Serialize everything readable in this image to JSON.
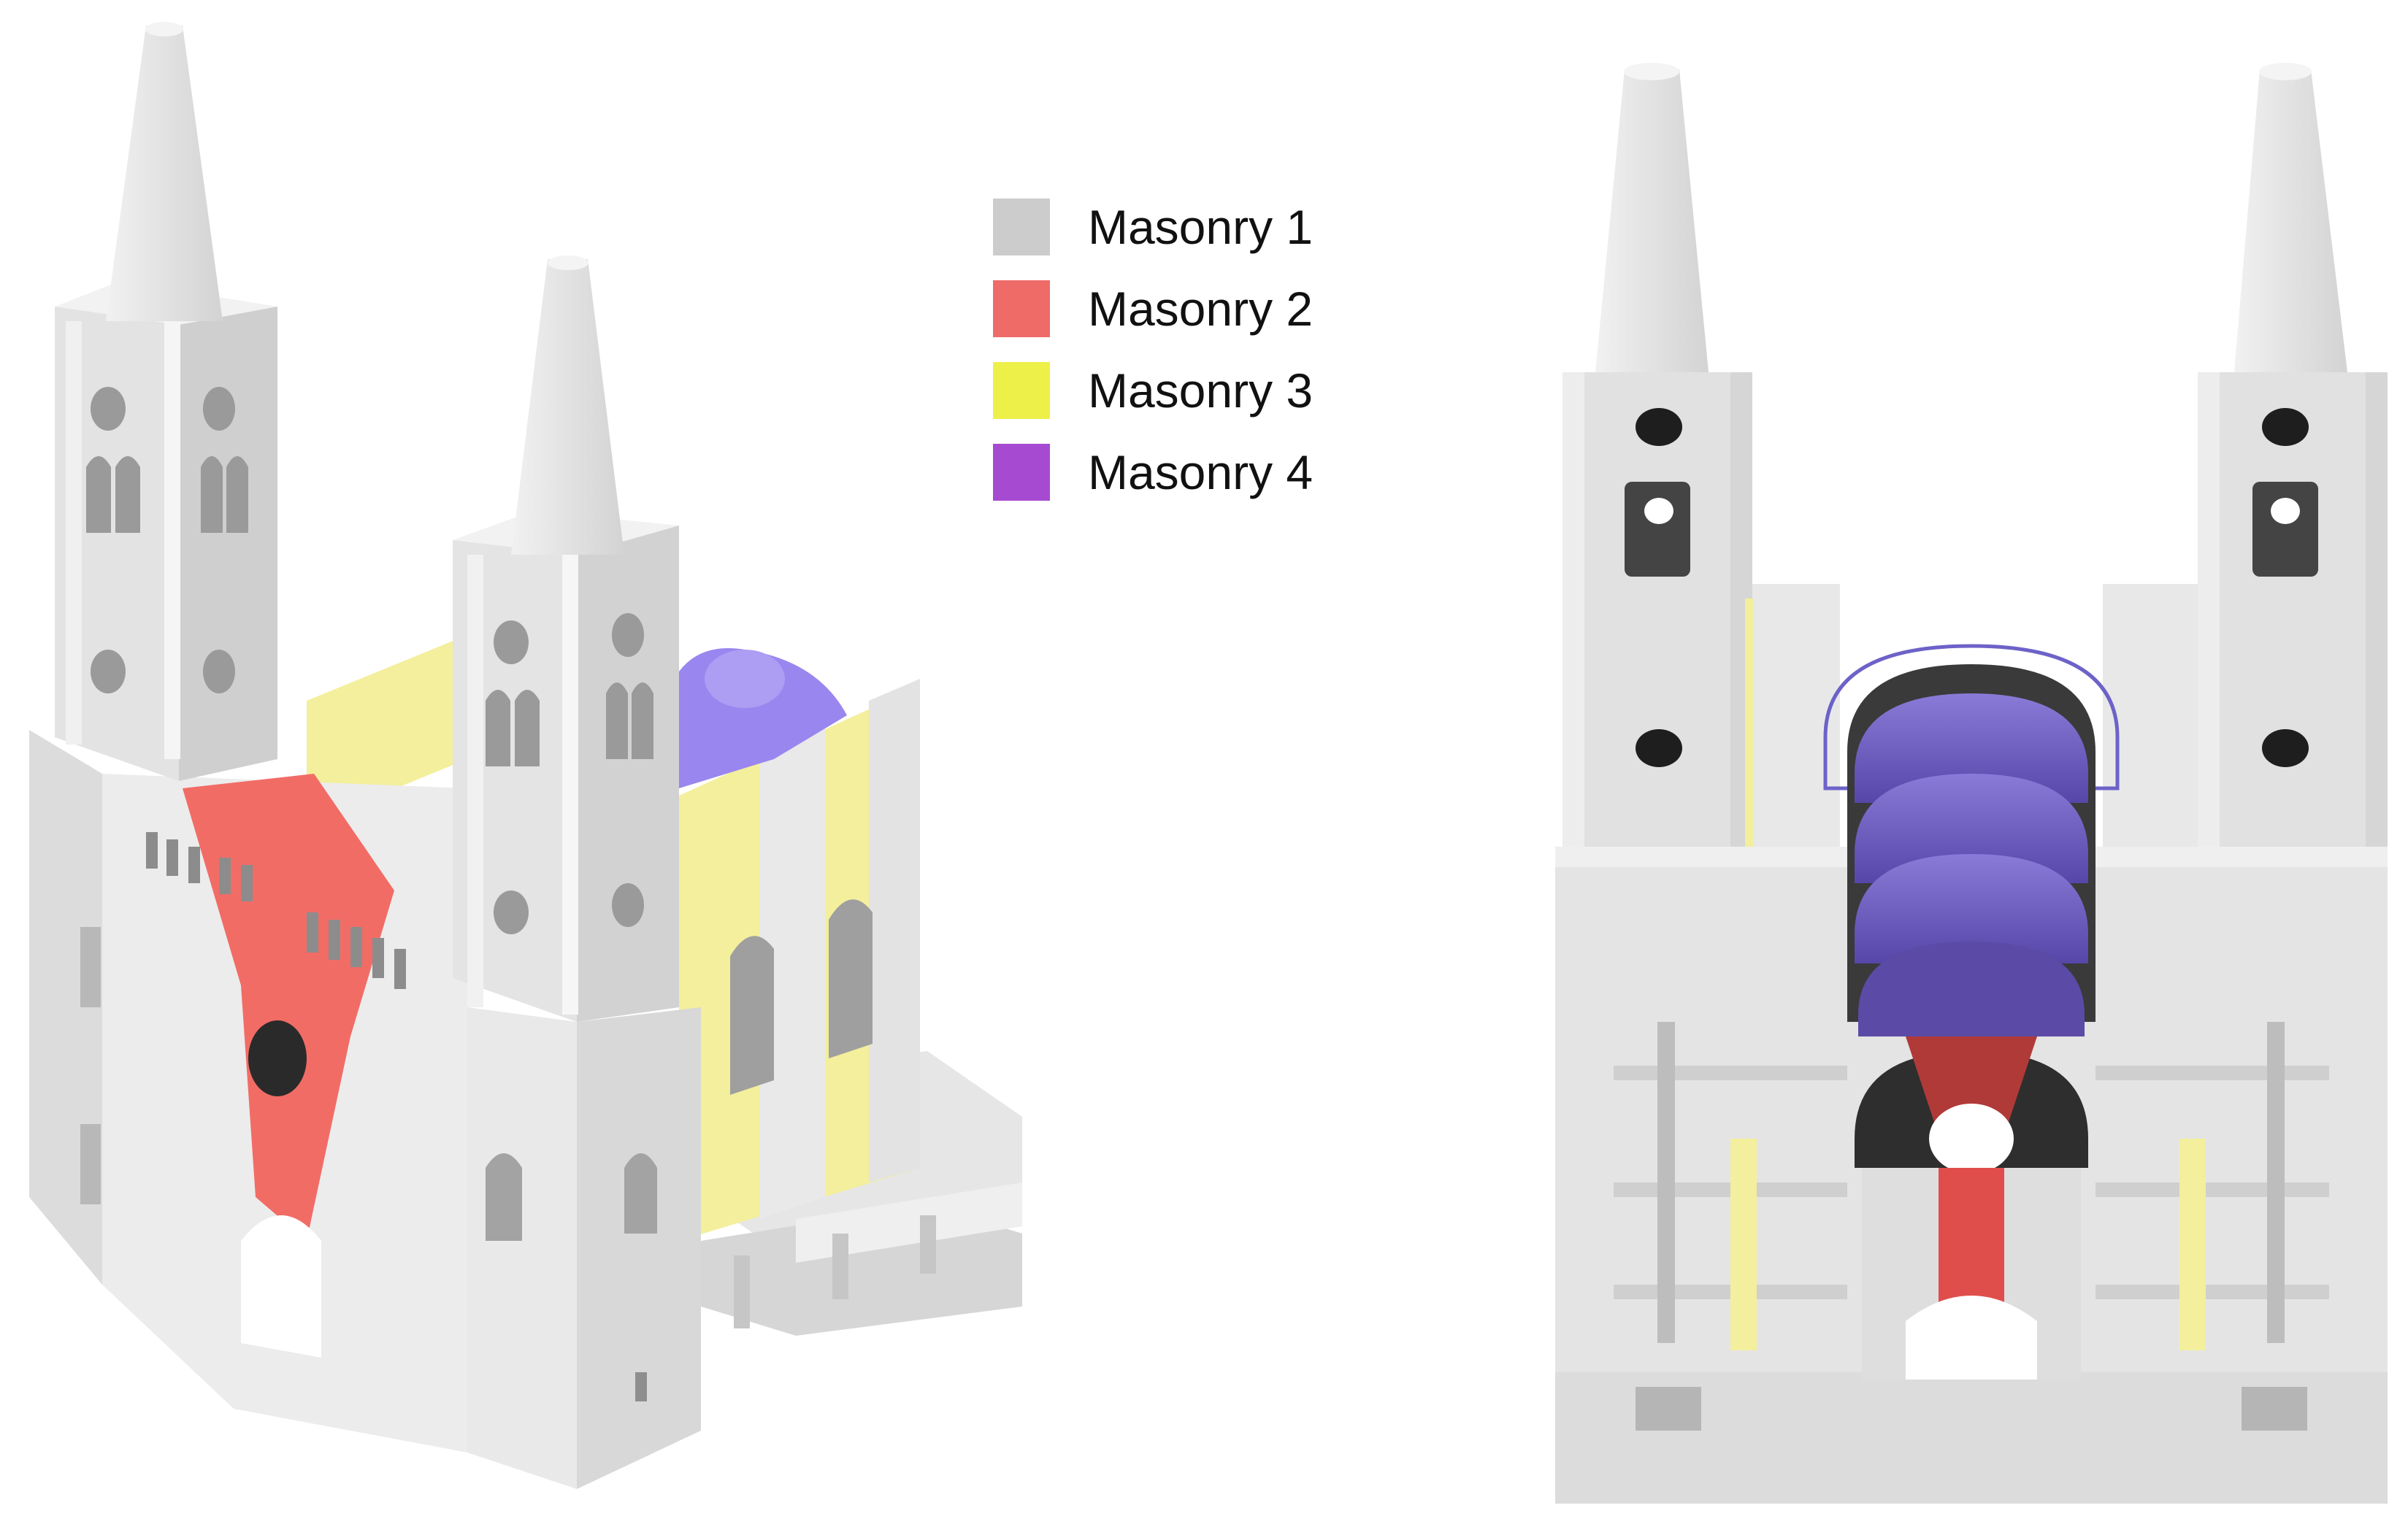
{
  "legend": {
    "items": [
      {
        "label": "Masonry 1",
        "color": "#cccccc"
      },
      {
        "label": "Masonry 2",
        "color": "#ee6b68"
      },
      {
        "label": "Masonry 3",
        "color": "#eef04a"
      },
      {
        "label": "Masonry 4",
        "color": "#a64ad2"
      }
    ]
  },
  "colors": {
    "masonry1_light": "#eaeaea",
    "masonry1_mid": "#d9d9d9",
    "masonry1_dark": "#bdbdbd",
    "masonry2_render": "#f26c66",
    "masonry3_render": "#f3ef9c",
    "masonry4_render": "#9a86ef"
  }
}
